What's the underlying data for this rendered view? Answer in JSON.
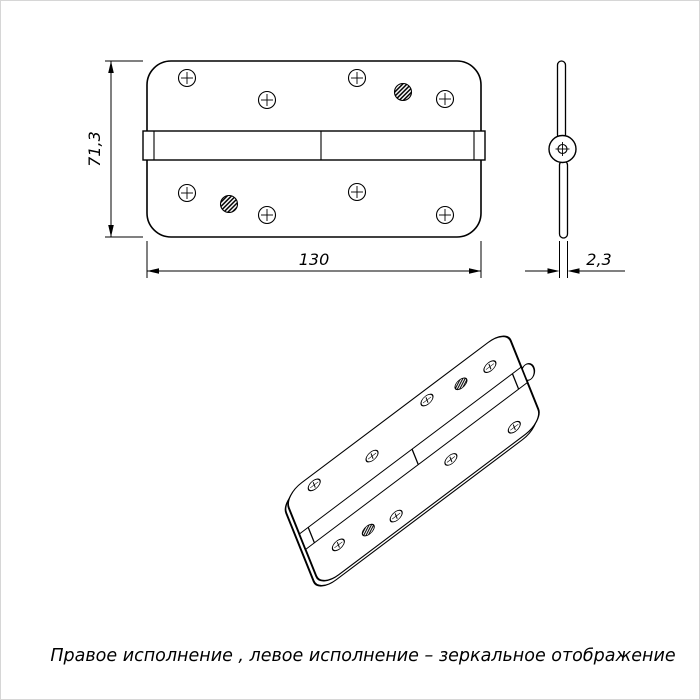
{
  "colors": {
    "line": "#000000",
    "background": "#ffffff"
  },
  "drawing": {
    "dimensions": {
      "height": "71,3",
      "width": "130",
      "thickness": "2,3"
    },
    "caption": "Правое исполнение , левое исполнение – зеркальное отображение"
  }
}
